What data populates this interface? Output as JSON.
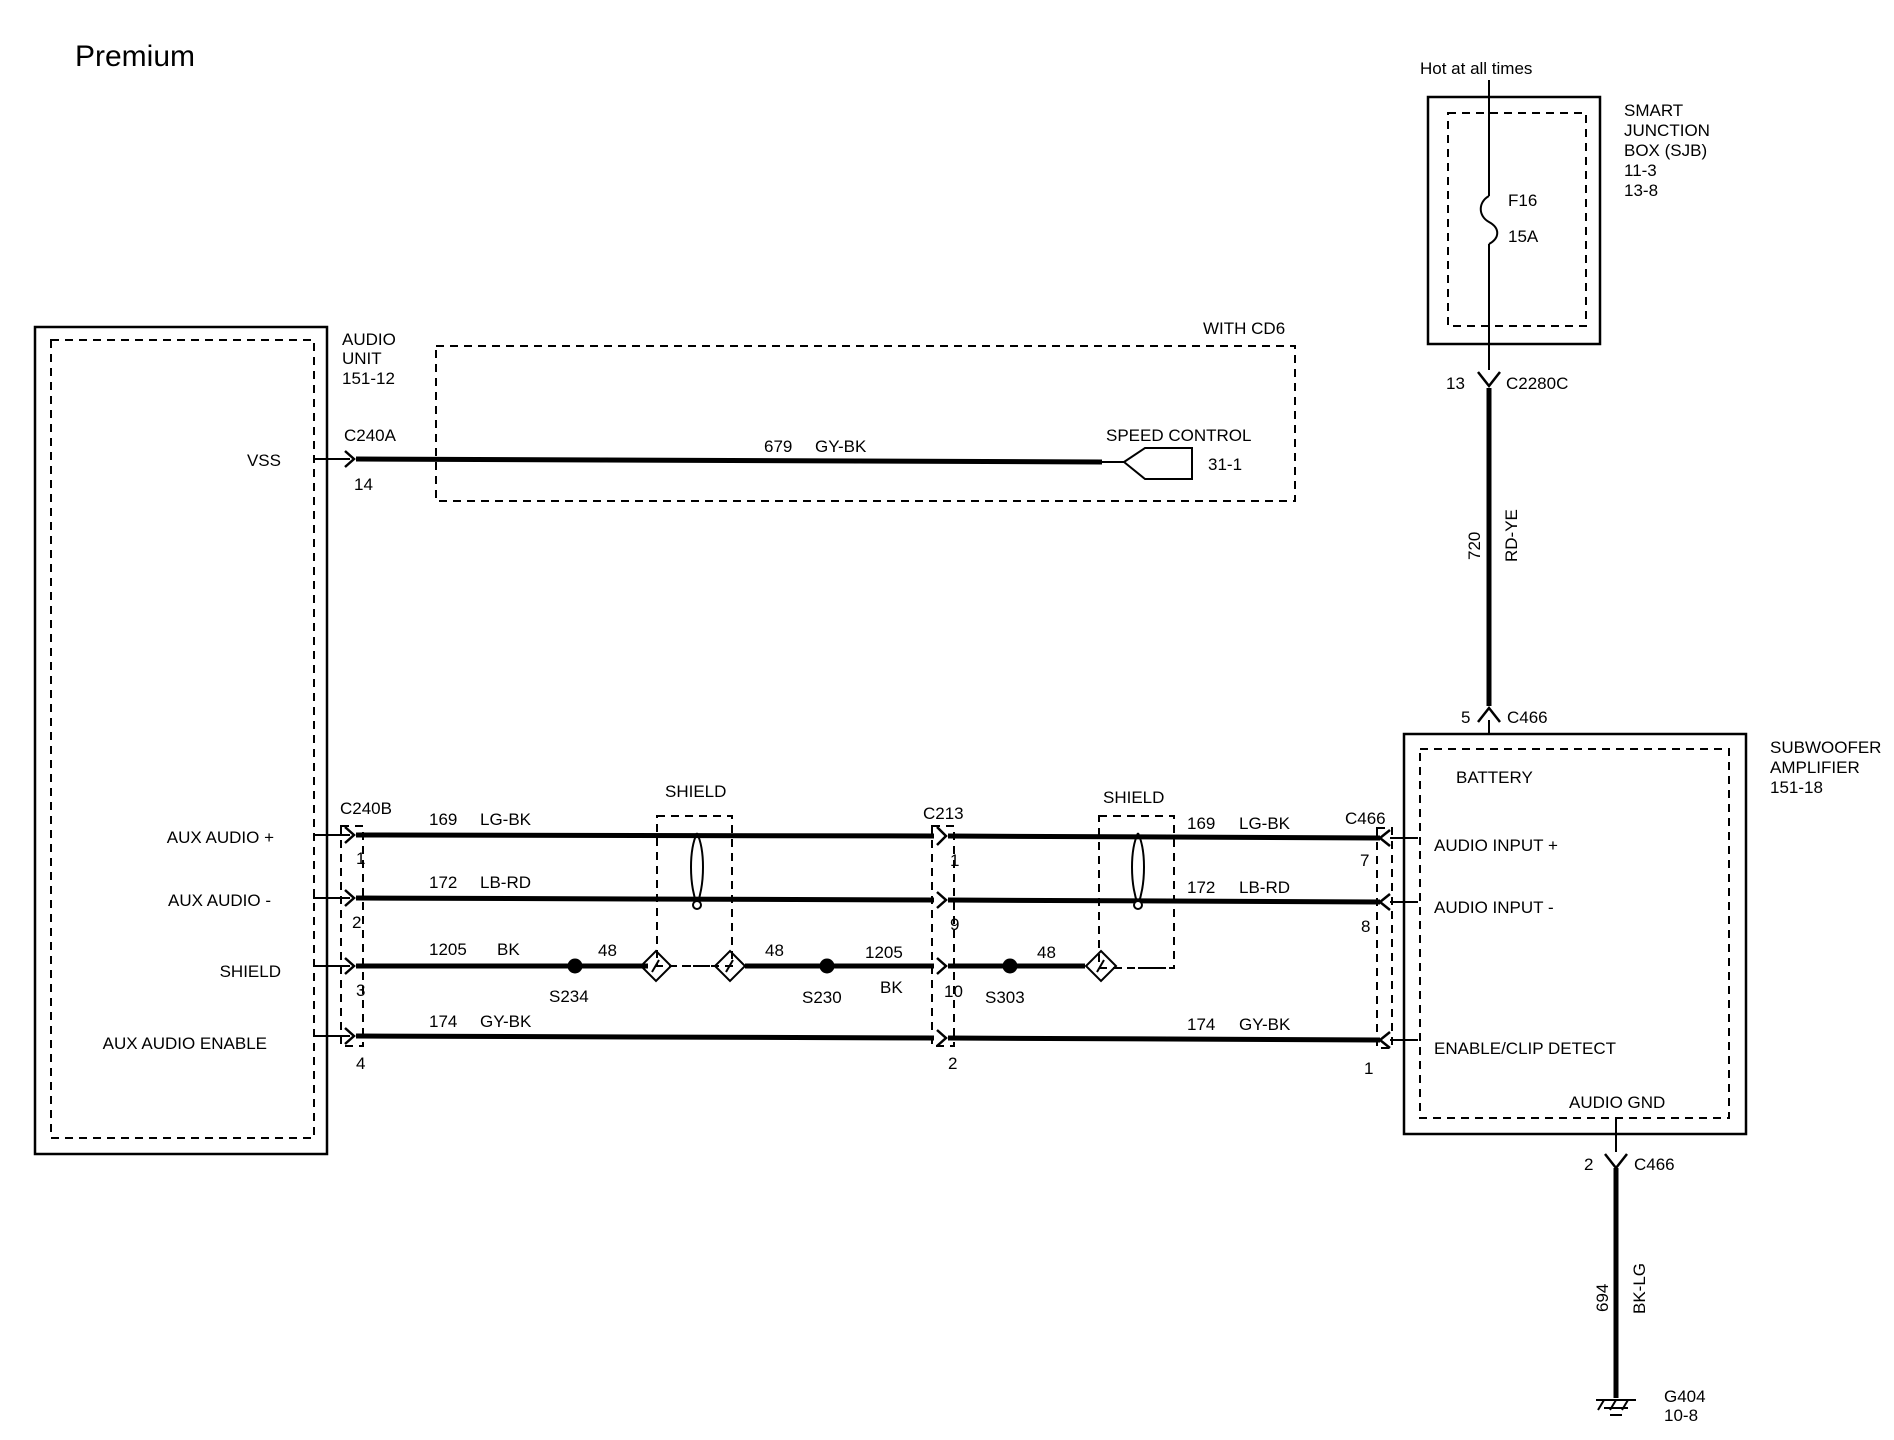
{
  "title": "Premium",
  "sjb": {
    "hot_label": "Hot at all times",
    "name_lines": [
      "SMART",
      "JUNCTION",
      "BOX (SJB)",
      "11-3",
      "13-8"
    ],
    "fuse": "F16",
    "amp": "15A",
    "pin": "13",
    "connector": "C2280C"
  },
  "feed_wire": {
    "circuit": "720",
    "color": "RD-YE"
  },
  "audio_unit": {
    "name_lines": [
      "AUDIO",
      "UNIT",
      "151-12"
    ],
    "pins": {
      "vss": "VSS",
      "aux_plus": "AUX AUDIO +",
      "aux_minus": "AUX AUDIO -",
      "shield": "SHIELD",
      "aux_enable": "AUX AUDIO ENABLE"
    }
  },
  "with_cd6": {
    "label": "WITH CD6",
    "connector": "C240A",
    "pin": "14",
    "circuit": "679",
    "color": "GY-BK",
    "dest": "SPEED CONTROL",
    "dest_ref": "31-1"
  },
  "connectors": {
    "c240b": {
      "name": "C240B",
      "pins": [
        "1",
        "2",
        "3",
        "4"
      ]
    },
    "c213": {
      "name": "C213",
      "pins": [
        "1",
        "9",
        "10",
        "2"
      ]
    },
    "c466_right": {
      "name": "C466",
      "pins": [
        "7",
        "8",
        "1"
      ]
    },
    "c466_top": {
      "name": "C466",
      "pin": "5"
    },
    "c466_bottom": {
      "name": "C466",
      "pin": "2"
    }
  },
  "shield_label": "SHIELD",
  "wires_left": [
    {
      "circuit": "169",
      "color": "LG-BK"
    },
    {
      "circuit": "172",
      "color": "LB-RD"
    },
    {
      "circuit": "1205",
      "color": "BK"
    },
    {
      "circuit": "174",
      "color": "GY-BK"
    }
  ],
  "wires_right": [
    {
      "circuit": "169",
      "color": "LG-BK"
    },
    {
      "circuit": "172",
      "color": "LB-RD"
    },
    {
      "circuit": "174",
      "color": "GY-BK"
    }
  ],
  "drain": {
    "w48": "48",
    "w1205": "1205",
    "bk": "BK"
  },
  "splices": [
    "S234",
    "S230",
    "S303"
  ],
  "amp": {
    "name_lines": [
      "SUBWOOFER",
      "AMPLIFIER",
      "151-18"
    ],
    "battery": "BATTERY",
    "input_plus": "AUDIO INPUT +",
    "input_minus": "AUDIO INPUT -",
    "enable": "ENABLE/CLIP DETECT",
    "gnd": "AUDIO GND"
  },
  "ground_wire": {
    "circuit": "694",
    "color": "BK-LG"
  },
  "ground": {
    "name": "G404",
    "ref": "10-8"
  }
}
